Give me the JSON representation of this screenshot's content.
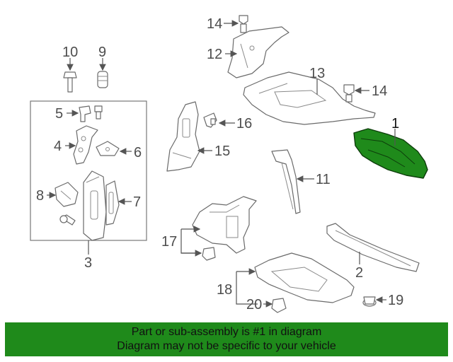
{
  "diagram": {
    "callouts": {
      "c1": "1",
      "c2": "2",
      "c3": "3",
      "c4": "4",
      "c5": "5",
      "c6": "6",
      "c7": "7",
      "c8": "8",
      "c9": "9",
      "c10": "10",
      "c11": "11",
      "c12": "12",
      "c13": "13",
      "c14a": "14",
      "c14b": "14",
      "c15": "15",
      "c16": "16",
      "c17": "17",
      "c18": "18",
      "c19": "19",
      "c20": "20"
    },
    "highlighted_part": "1",
    "highlight_color": "#1f8a1b"
  },
  "banner": {
    "line1": "Part or sub-assembly is #1 in diagram",
    "line2": "Diagram may not be specific to your vehicle",
    "background": "#1f8a1b"
  }
}
